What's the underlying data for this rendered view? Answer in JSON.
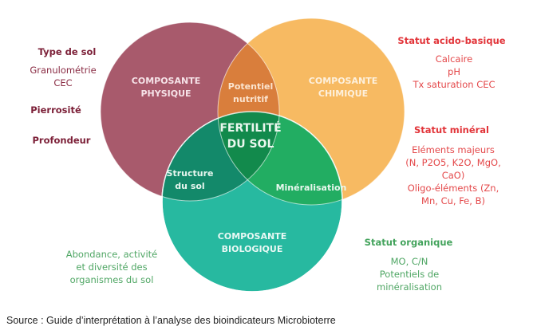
{
  "colors": {
    "physique": "#a85a6c",
    "chimique": "#f7ba62",
    "biologique": "#27b9a0",
    "physique_chimique": "#d97e3c",
    "chimique_biologique": "#22ad62",
    "physique_biologique": "#13896a",
    "center": "#128a4c",
    "text_physique": "#7c2038",
    "text_chimique": "#e2353a",
    "text_biologique": "#43a35c"
  },
  "circles": {
    "physique": "COMPOSANTE PHYSIQUE",
    "physique_line1": "COMPOSANTE",
    "physique_line2": "PHYSIQUE",
    "chimique_line1": "COMPOSANTE",
    "chimique_line2": "CHIMIQUE",
    "biologique_line1": "COMPOSANTE",
    "biologique_line2": "BIOLOGIQUE"
  },
  "intersections": {
    "potentiel_line1": "Potentiel",
    "potentiel_line2": "nutritif",
    "structure_line1": "Structure",
    "structure_line2": "du sol",
    "mineralisation": "Minéralisation",
    "center_line1": "FERTILITÉ",
    "center_line2": "DU SOL"
  },
  "physique_side": {
    "type_heading": "Type de sol",
    "type_items": [
      "Granulométrie",
      "CEC"
    ],
    "pierrosite": "Pierrosité",
    "profondeur": "Profondeur"
  },
  "chimique_side": {
    "acido_heading": "Statut acido-basique",
    "acido_items": [
      "Calcaire",
      "pH",
      "Tx saturation CEC"
    ],
    "mineral_heading": "Statut minéral",
    "mineral_items": [
      "Eléments majeurs",
      "(N, P2O5, K2O, MgO,",
      "CaO)",
      "Oligo-éléments (Zn,",
      "Mn, Cu, Fe, B)"
    ]
  },
  "biologique_side": {
    "left_items": [
      "Abondance, activité",
      "et diversité des",
      "organismes du sol"
    ],
    "organic_heading": "Statut organique",
    "organic_items": [
      "MO, C/N",
      "Potentiels de",
      "minéralisation"
    ]
  },
  "source": "Source : Guide d’interprétation à l’analyse des bioindicateurs Microbioterre"
}
